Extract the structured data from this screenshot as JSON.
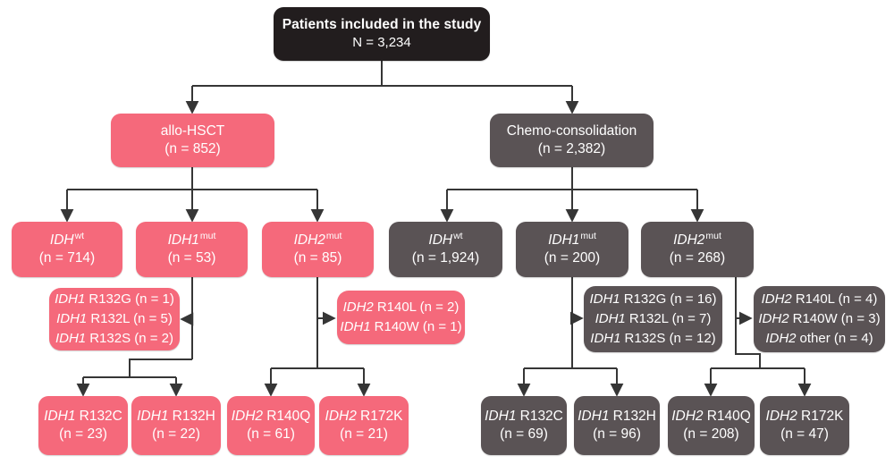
{
  "colors": {
    "pink": "#f5697b",
    "dark": "#5a5355",
    "black": "#221d1e",
    "wire": "#363636",
    "bg": "#ffffff",
    "text": "#ffffff"
  },
  "root": {
    "title": "Patients included in the study",
    "n": "N = 3,234"
  },
  "arms": {
    "allo": {
      "title": "allo-HSCT",
      "n": "(n = 852)"
    },
    "chemo": {
      "title": "Chemo-consolidation",
      "n": "(n = 2,382)"
    }
  },
  "allo": {
    "idh_wt": {
      "gene": "IDH",
      "sup": "wt",
      "n": "(n = 714)"
    },
    "idh1": {
      "gene": "IDH1",
      "sup": "mut",
      "n": "(n = 53)"
    },
    "idh2": {
      "gene": "IDH2",
      "sup": "mut",
      "n": "(n = 85)"
    },
    "idh1_side": [
      {
        "gene": "IDH1",
        "text": "R132G (n = 1)"
      },
      {
        "gene": "IDH1",
        "text": "R132L (n = 5)"
      },
      {
        "gene": "IDH1",
        "text": "R132S (n = 2)"
      }
    ],
    "idh2_side": [
      {
        "gene": "IDH2",
        "text": "R140L (n = 2)"
      },
      {
        "gene": "IDH1",
        "text": "R140W (n = 1)"
      }
    ],
    "leaves": [
      {
        "gene": "IDH1",
        "variant": "R132C",
        "n": "(n = 23)"
      },
      {
        "gene": "IDH1",
        "variant": "R132H",
        "n": "(n = 22)"
      },
      {
        "gene": "IDH2",
        "variant": "R140Q",
        "n": "(n = 61)"
      },
      {
        "gene": "IDH2",
        "variant": "R172K",
        "n": "(n = 21)"
      }
    ]
  },
  "chemo": {
    "idh_wt": {
      "gene": "IDH",
      "sup": "wt",
      "n": "(n = 1,924)"
    },
    "idh1": {
      "gene": "IDH1",
      "sup": "mut",
      "n": "(n = 200)"
    },
    "idh2": {
      "gene": "IDH2",
      "sup": "mut",
      "n": "(n = 268)"
    },
    "idh1_side": [
      {
        "gene": "IDH1",
        "text": "R132G (n = 16)"
      },
      {
        "gene": "IDH1",
        "text": "R132L (n = 7)"
      },
      {
        "gene": "IDH1",
        "text": "R132S (n = 12)"
      }
    ],
    "idh2_side": [
      {
        "gene": "IDH2",
        "text": "R140L (n = 4)"
      },
      {
        "gene": "IDH2",
        "text": "R140W (n = 3)"
      },
      {
        "gene": "IDH2",
        "text": "other (n = 4)"
      }
    ],
    "leaves": [
      {
        "gene": "IDH1",
        "variant": "R132C",
        "n": "(n = 69)"
      },
      {
        "gene": "IDH1",
        "variant": "R132H",
        "n": "(n = 96)"
      },
      {
        "gene": "IDH2",
        "variant": "R140Q",
        "n": "(n = 208)"
      },
      {
        "gene": "IDH2",
        "variant": "R172K",
        "n": "(n = 47)"
      }
    ]
  }
}
